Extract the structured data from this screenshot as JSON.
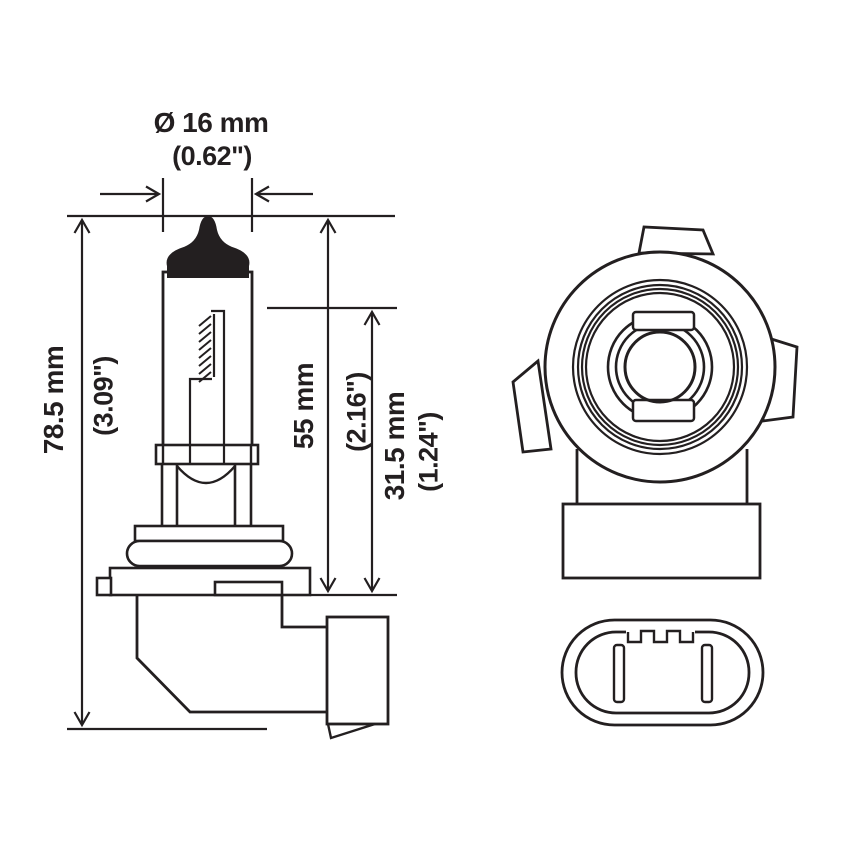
{
  "colors": {
    "background": "#ffffff",
    "line": "#231f20"
  },
  "diagram": {
    "type": "technical-drawing",
    "dimensions": {
      "diameter": {
        "metric": "Ø 16 mm",
        "imperial": "(0.62\")"
      },
      "overall_length": {
        "metric": "78.5 mm",
        "imperial": "(3.09\")"
      },
      "tip_to_seat": {
        "metric": "55 mm",
        "imperial": "(2.16\")"
      },
      "seat_to_base": {
        "metric": "31.5 mm",
        "imperial": "(1.24\")"
      }
    }
  }
}
